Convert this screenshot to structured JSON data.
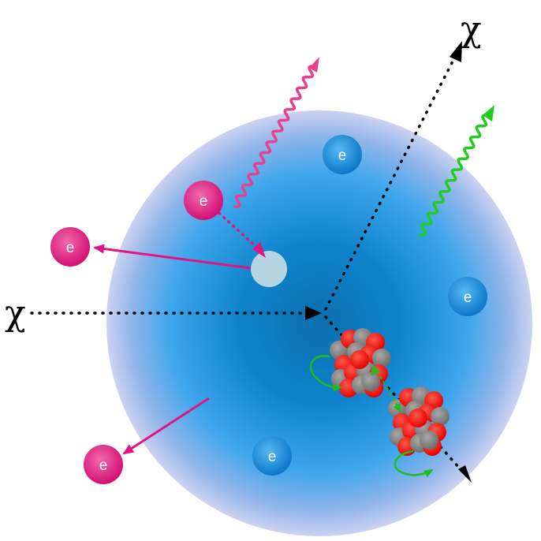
{
  "labels": {
    "chi_incoming": "χ",
    "chi_outgoing": "χ",
    "electron": "e"
  },
  "colors": {
    "atom_glow": "#1a8fe0",
    "atom_core": "#0a6db3",
    "atom_edge": "#c8cdf0",
    "electron_blue": "#1b8fe1",
    "electron_magenta": "#e0157f",
    "photon_magenta": "#e8408f",
    "photon_green": "#22cc22",
    "proton": "#ff1a1a",
    "neutron": "#8a8a8a",
    "recoil_arrow": "#22bb22",
    "dark_matter_path": "#000000",
    "vacancy": "#b6d4e2"
  },
  "icons": {
    "electron": "electron-ball-icon",
    "nucleus": "nucleus-cluster-icon",
    "photon": "wavy-photon-icon"
  }
}
